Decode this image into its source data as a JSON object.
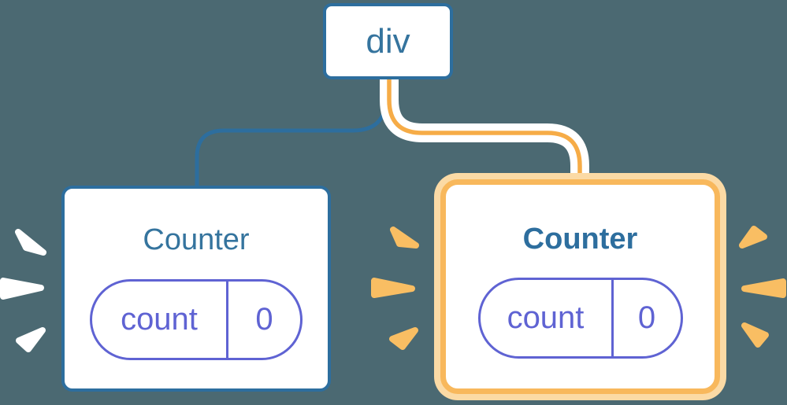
{
  "diagram": {
    "root": {
      "label": "div"
    },
    "counters": [
      {
        "title": "Counter",
        "state_key": "count",
        "state_value": "0",
        "highlighted": false
      },
      {
        "title": "Counter",
        "state_key": "count",
        "state_value": "0",
        "highlighted": true
      }
    ]
  },
  "decorations": {
    "left_burst": "white-sparkle-burst",
    "right_burst": "orange-sparkle-burst"
  },
  "colors": {
    "background": "#4B6972",
    "blue": "#2D6E9E",
    "blue_text": "#35749E",
    "indigo": "#5F63D3",
    "orange": "#F6AC47",
    "orange_border": "#F8B85C",
    "orange_pale": "#FBDAA5",
    "sparkle_white": "#FFFFFF",
    "sparkle_orange": "#F9BE63",
    "card_bg": "#FFFFFF"
  }
}
